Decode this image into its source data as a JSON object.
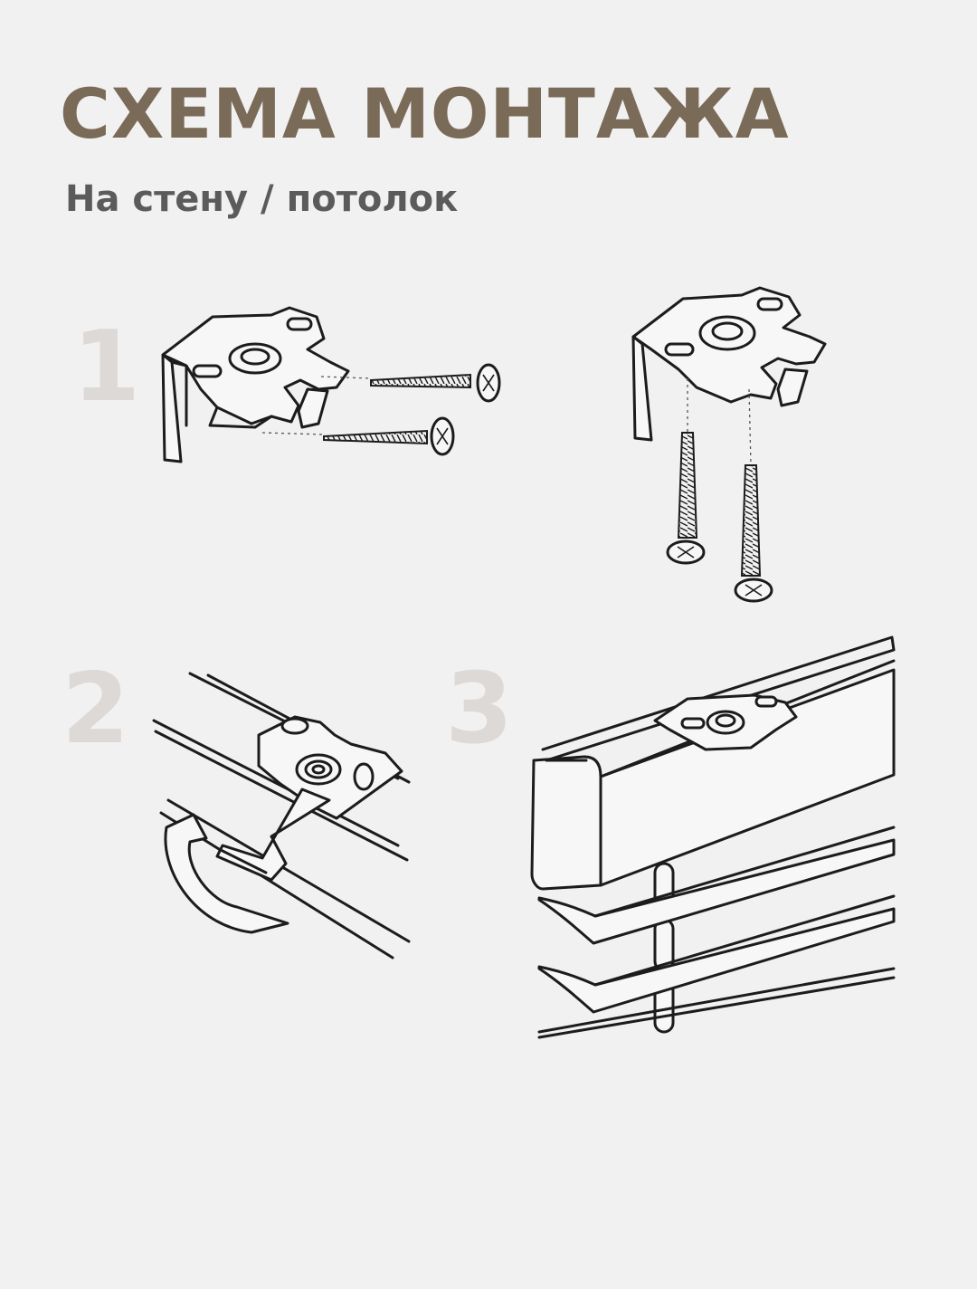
{
  "header": {
    "title": "СХЕМА МОНТАЖА",
    "subtitle": "На стену / потолок"
  },
  "steps": [
    {
      "number": "1"
    },
    {
      "number": "2"
    },
    {
      "number": "3"
    }
  ],
  "colors": {
    "background": "#f2f1f1",
    "title": "#7a6a58",
    "subtitle": "#5b5b5b",
    "step_number": "#dcd9d6",
    "line_art": "#1c1c1c"
  }
}
